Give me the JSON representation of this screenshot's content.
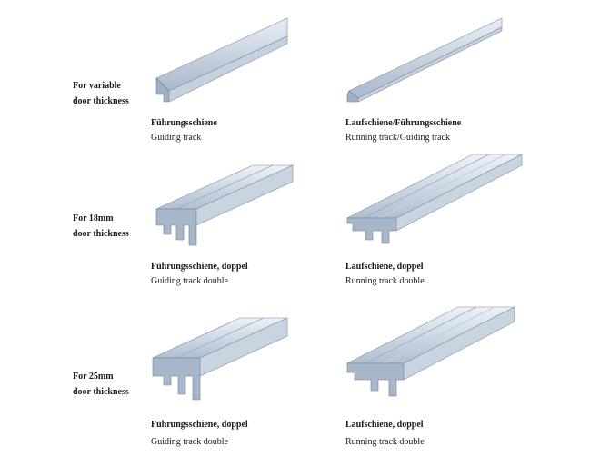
{
  "rows": [
    {
      "label": [
        "For variable",
        "door thickness"
      ],
      "items": [
        {
          "de": "Führungsschiene",
          "en": "Guiding track",
          "profile": "single-guide-icon"
        },
        {
          "de": "Laufschiene/Führungsschiene",
          "en": "Running track/Guiding track",
          "profile": "single-run-icon"
        }
      ]
    },
    {
      "label": [
        "For  18mm",
        "door thickness"
      ],
      "items": [
        {
          "de": "Führungsschiene, doppel",
          "en": "Guiding track double",
          "profile": "double-guide-icon"
        },
        {
          "de": "Laufschiene, doppel",
          "en": "Running track double",
          "profile": "double-run-icon"
        }
      ]
    },
    {
      "label": [
        "For  25mm",
        "door thickness"
      ],
      "items": [
        {
          "de": "Führungsschiene, doppel",
          "en": "Guiding track double",
          "profile": "double-guide-icon"
        },
        {
          "de": "Laufschiene, doppel",
          "en": "Running track double",
          "profile": "double-run-icon"
        }
      ]
    }
  ],
  "colors": {
    "metal_light": "#dfe7f1",
    "metal_mid": "#b9c6d6",
    "metal_dark": "#8796aa",
    "edge": "#6f7f94"
  }
}
